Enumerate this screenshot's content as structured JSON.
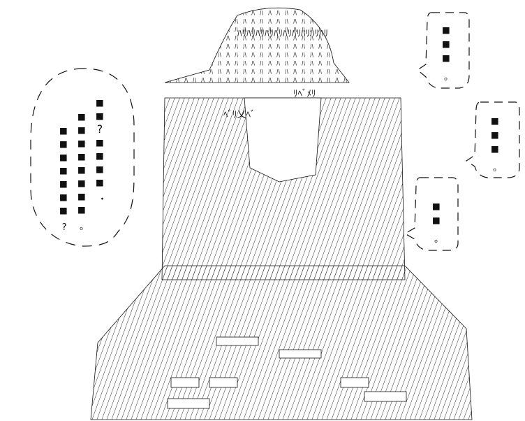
{
  "colors": {
    "background": "#ffffff",
    "ink": "#111111"
  },
  "bubbles": {
    "left": {
      "columns": [
        {
          "marks": [
            "■",
            "■",
            "■",
            "■",
            "■",
            "■",
            "■"
          ],
          "tail": "?"
        },
        {
          "marks": [
            "■",
            "■",
            "■",
            "■",
            "■",
            "■",
            "■",
            "■"
          ],
          "tail": "。"
        },
        {
          "marks": [
            "■",
            "■",
            "?",
            "■",
            "■",
            "■",
            "■"
          ],
          "tail": "・"
        }
      ]
    },
    "top_right": {
      "marks": [
        "■",
        "■",
        "■"
      ],
      "tail": "。"
    },
    "mid_right": {
      "marks": [
        "■",
        "■",
        "■"
      ],
      "tail": "。"
    },
    "low_right": {
      "marks": [
        "■",
        "■"
      ],
      "tail": "。"
    }
  },
  "figure": {
    "hair_texture": "ﾊﾘﾊﾘﾊﾘﾊﾘﾊﾘﾊﾘﾊﾘﾊﾘﾊﾘﾊﾘ",
    "face_left": "ﾍﾞﾘ乂ﾍﾞ",
    "face_right": "ﾘﾍﾞﾒﾘ",
    "hatch": "////////////////////////////////////////////////////////////"
  }
}
